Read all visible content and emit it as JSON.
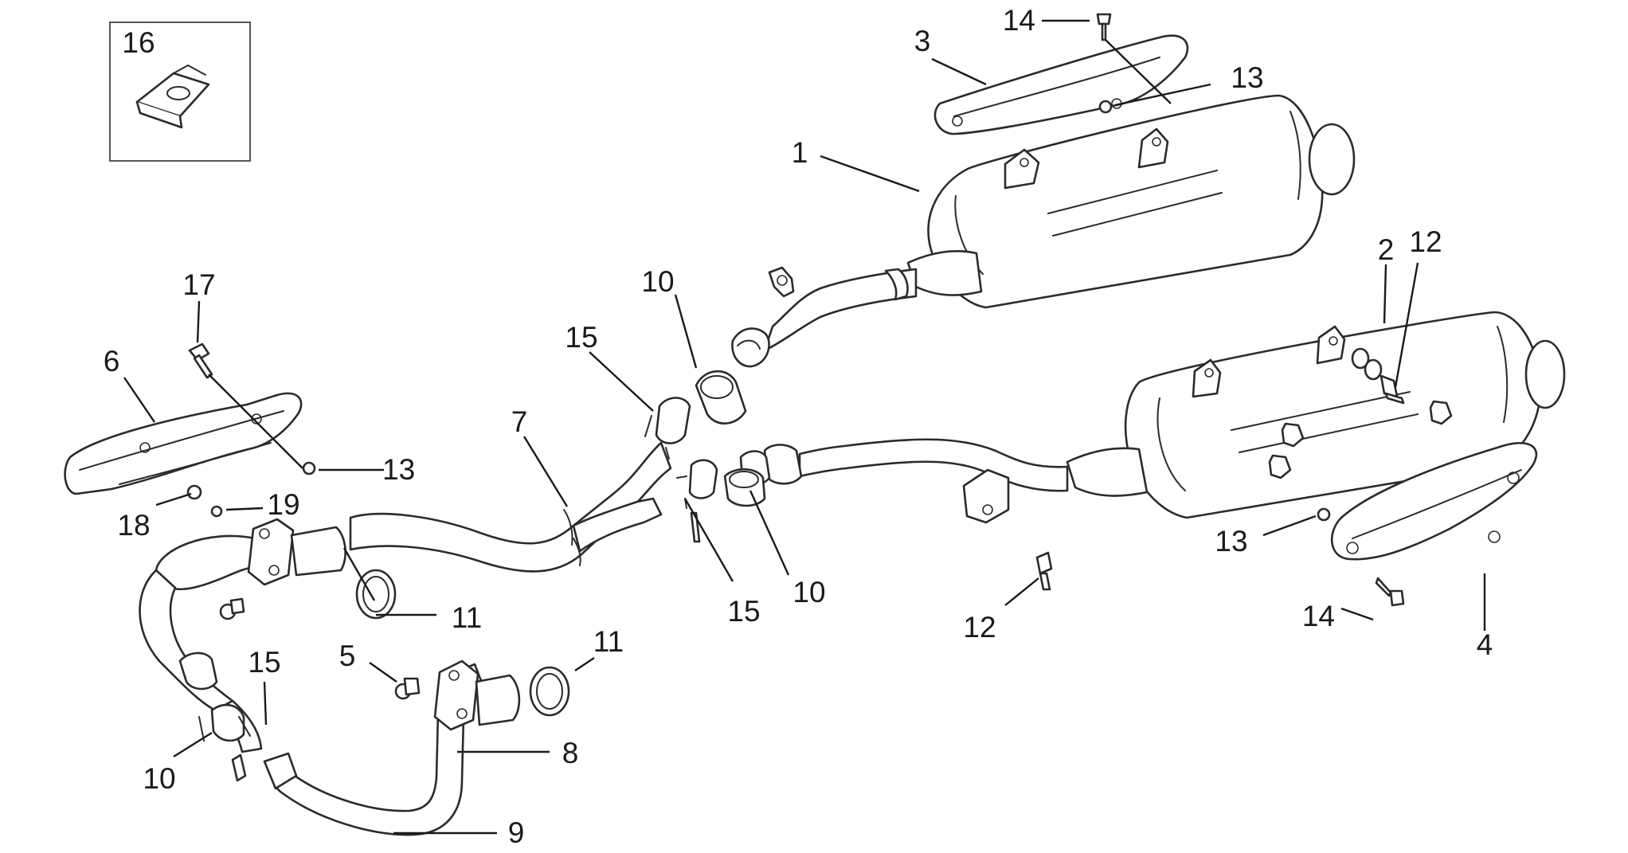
{
  "diagram": {
    "labels": {
      "c1": "1",
      "c2": "2",
      "c3": "3",
      "c4": "4",
      "c5": "5",
      "c6": "6",
      "c7": "7",
      "c8": "8",
      "c9": "9",
      "c10a": "10",
      "c10b": "10",
      "c10c": "10",
      "c11a": "11",
      "c11b": "11",
      "c12a": "12",
      "c12b": "12",
      "c13a": "13",
      "c13b": "13",
      "c13c": "13",
      "c14a": "14",
      "c14b": "14",
      "c15a": "15",
      "c15b": "15",
      "c15c": "15",
      "c16": "16",
      "c17": "17",
      "c18": "18",
      "c19": "19"
    }
  }
}
